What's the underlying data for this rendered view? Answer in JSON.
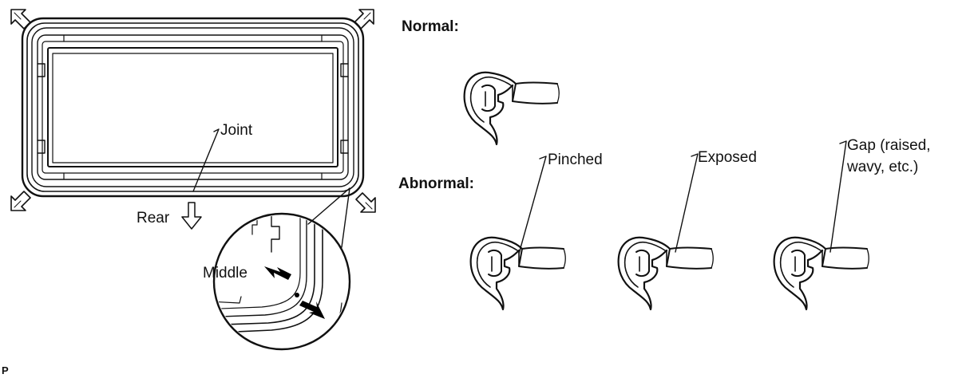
{
  "labels": {
    "normal": "Normal:",
    "abnormal": "Abnormal:",
    "joint": "Joint",
    "rear": "Rear",
    "middle": "Middle",
    "pinched": "Pinched",
    "exposed": "Exposed",
    "gap_line1": "Gap (raised,",
    "gap_line2": "wavy, etc.)",
    "code": "P"
  }
}
